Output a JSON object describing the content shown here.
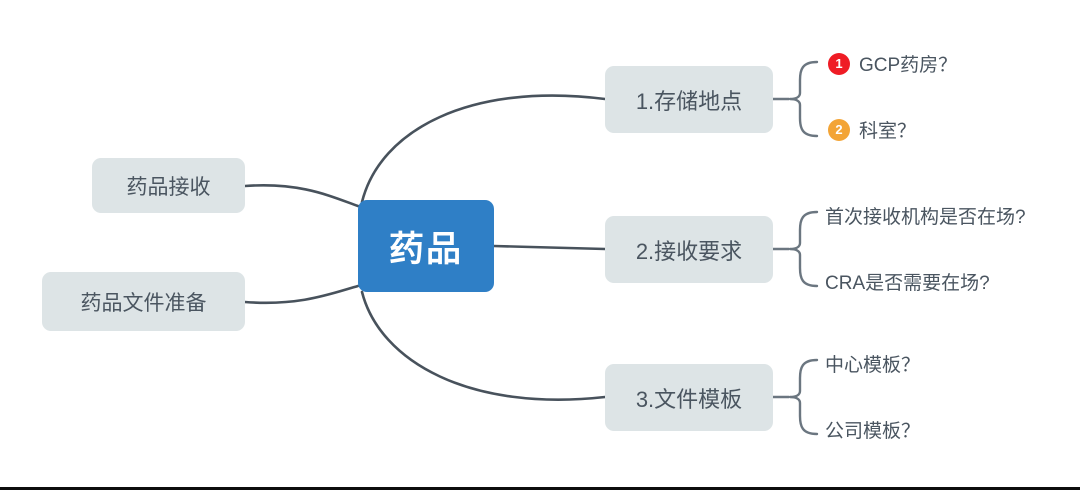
{
  "diagram": {
    "type": "mind-map",
    "title": "药品",
    "colors": {
      "center_fill": "#2f7fc6",
      "center_text": "#ffffff",
      "node_fill": "#dde4e6",
      "node_text": "#4a5560",
      "connector": "#4a5560",
      "badge_1": "#ef1c25",
      "badge_2": "#f3a436",
      "background": "#ffffff",
      "rule": "#0d0d0d"
    },
    "center": {
      "label": "药品"
    },
    "left_nodes": [
      {
        "label": "药品接收"
      },
      {
        "label": "药品文件准备"
      }
    ],
    "branches": [
      {
        "label": "1.存储地点",
        "leaves": [
          {
            "badge": "1",
            "badge_color": "red",
            "label": "GCP药房？"
          },
          {
            "badge": "2",
            "badge_color": "orange",
            "label": "科室？"
          }
        ]
      },
      {
        "label": "2.接收要求",
        "leaves": [
          {
            "badge": "",
            "badge_color": "",
            "label": "首次接收机构是否在场?"
          },
          {
            "badge": "",
            "badge_color": "",
            "label": "CRA是否需要在场?"
          }
        ]
      },
      {
        "label": "3.文件模板",
        "leaves": [
          {
            "badge": "",
            "badge_color": "",
            "label": "中心模板？"
          },
          {
            "badge": "",
            "badge_color": "",
            "label": "公司模板？"
          }
        ]
      }
    ]
  }
}
